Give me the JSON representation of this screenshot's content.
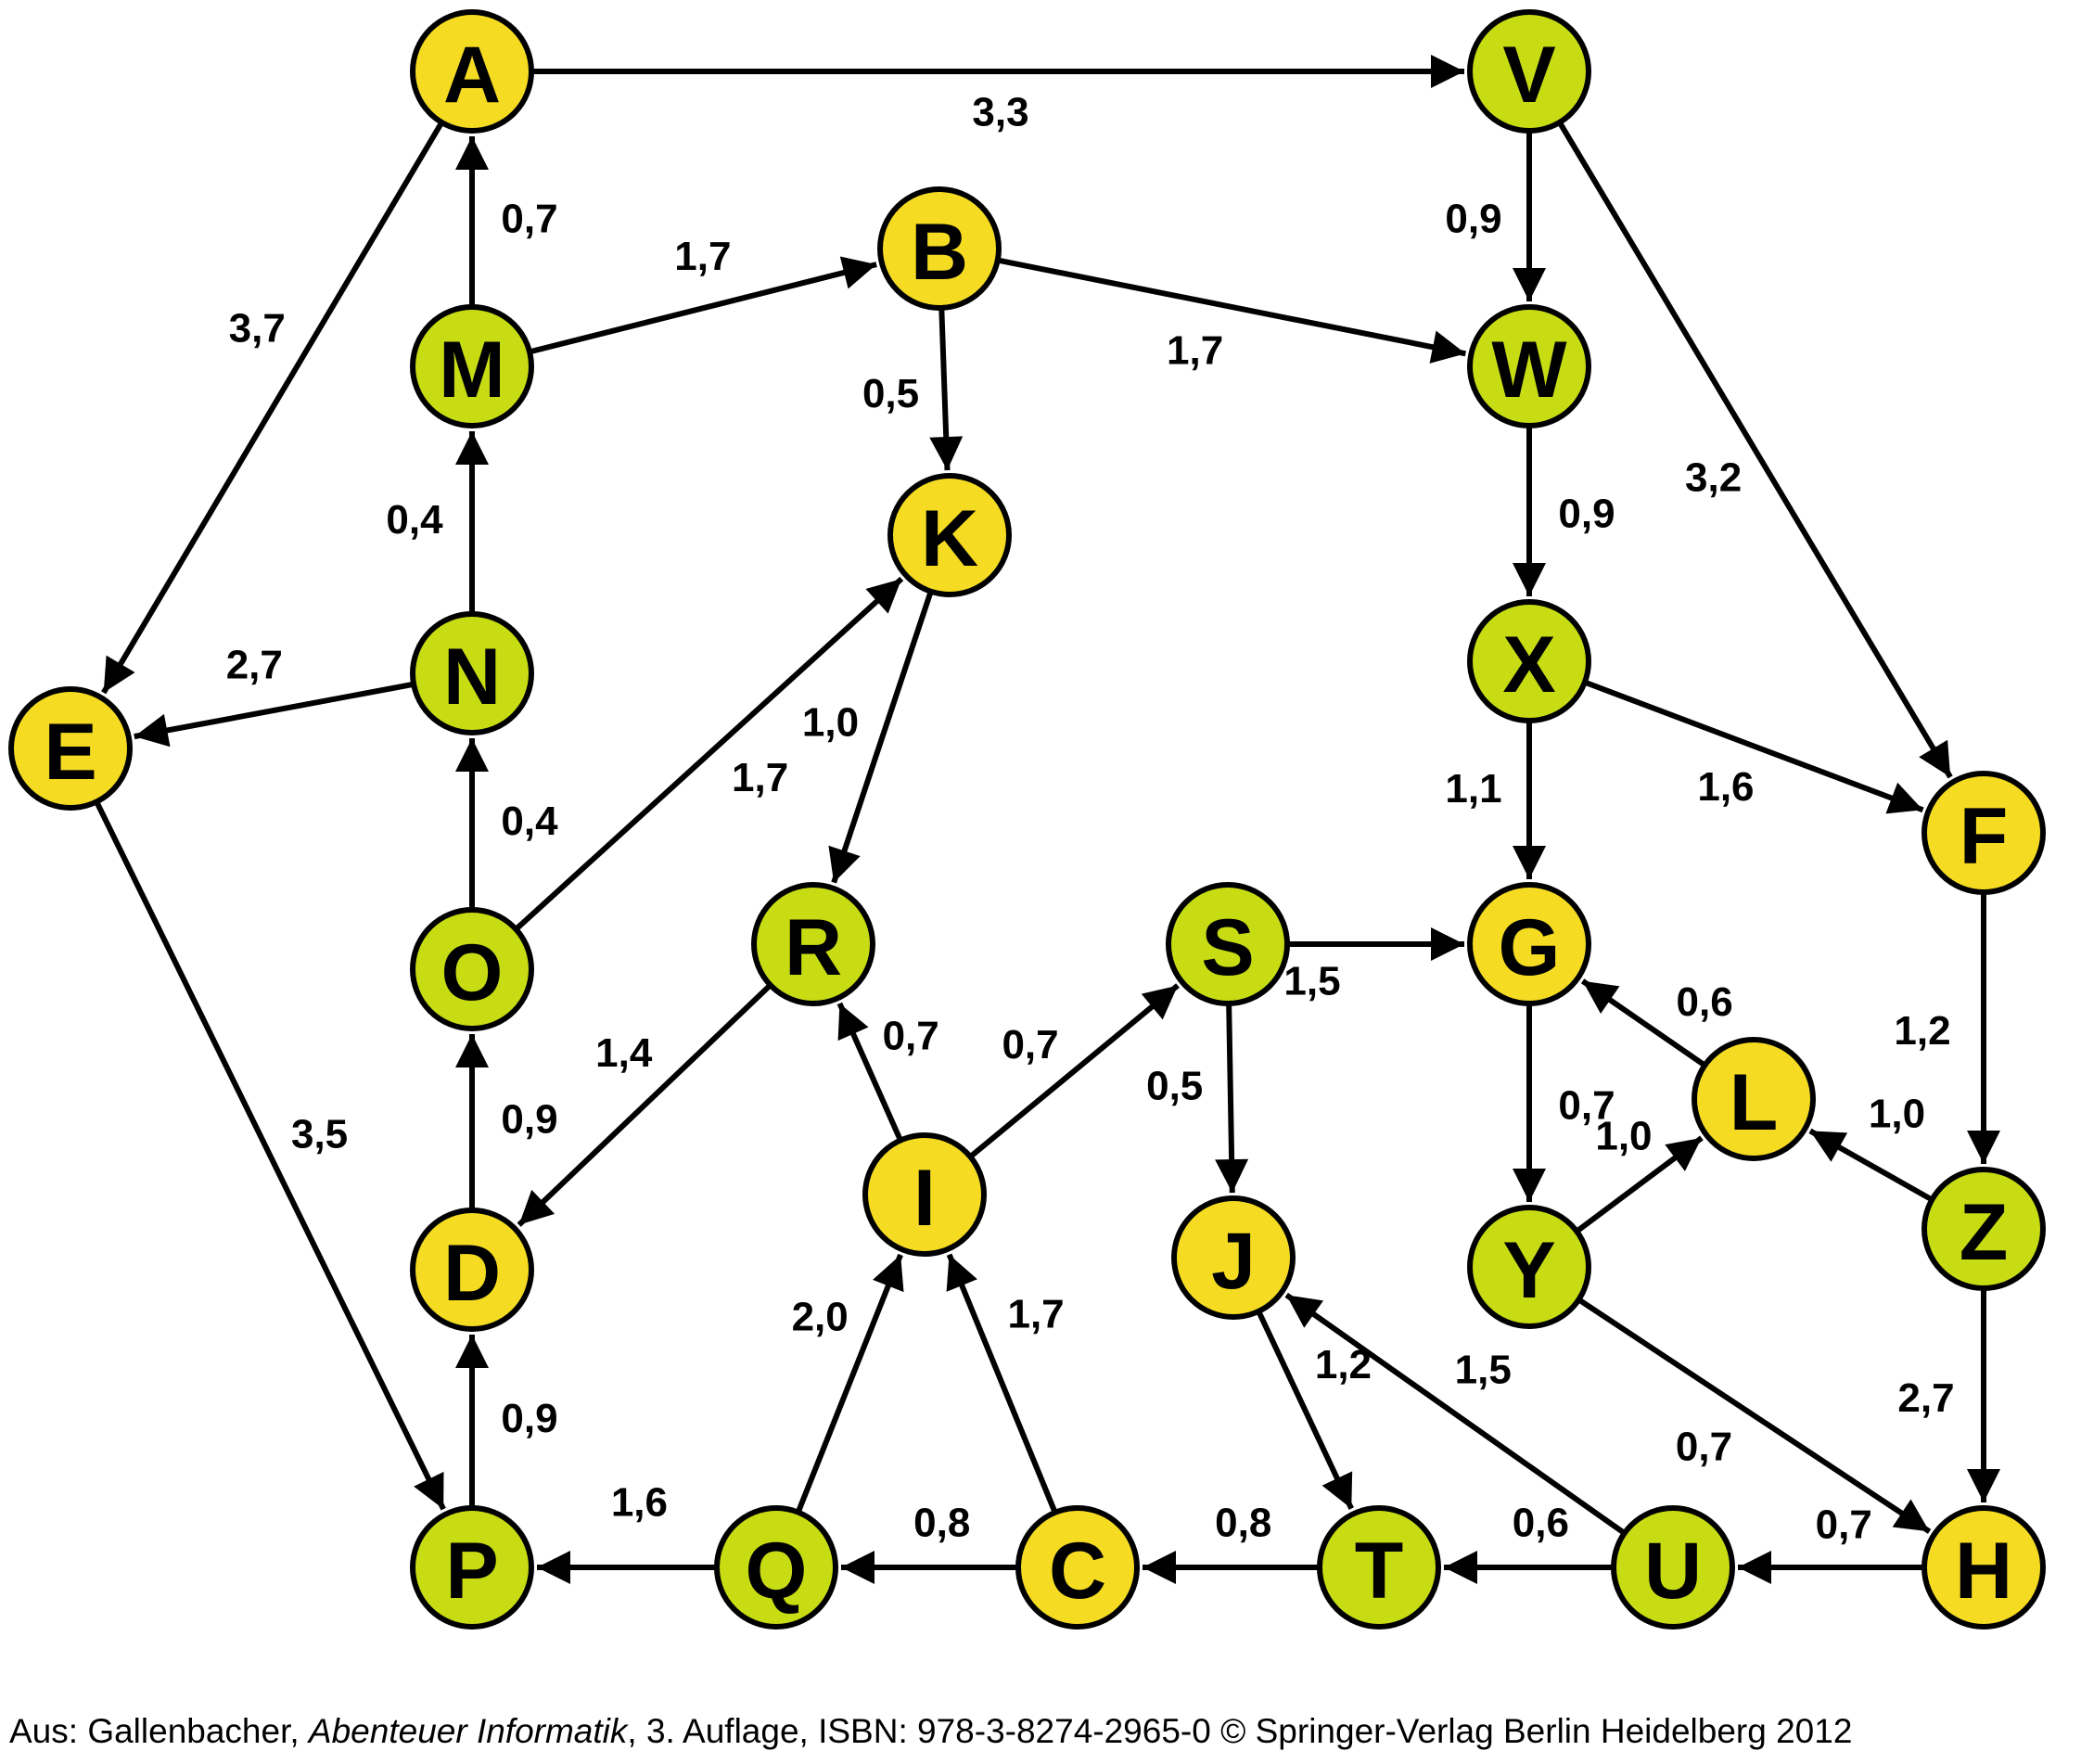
{
  "colors": {
    "yellow": "#f5dc23",
    "green": "#c8dc14",
    "stroke": "#000000"
  },
  "nodes": [
    {
      "id": "A",
      "color": "yellow"
    },
    {
      "id": "V",
      "color": "green"
    },
    {
      "id": "B",
      "color": "yellow"
    },
    {
      "id": "M",
      "color": "green"
    },
    {
      "id": "W",
      "color": "green"
    },
    {
      "id": "K",
      "color": "yellow"
    },
    {
      "id": "N",
      "color": "green"
    },
    {
      "id": "E",
      "color": "yellow"
    },
    {
      "id": "X",
      "color": "green"
    },
    {
      "id": "F",
      "color": "yellow"
    },
    {
      "id": "O",
      "color": "green"
    },
    {
      "id": "R",
      "color": "green"
    },
    {
      "id": "S",
      "color": "green"
    },
    {
      "id": "G",
      "color": "yellow"
    },
    {
      "id": "L",
      "color": "yellow"
    },
    {
      "id": "I",
      "color": "yellow"
    },
    {
      "id": "D",
      "color": "yellow"
    },
    {
      "id": "J",
      "color": "yellow"
    },
    {
      "id": "Y",
      "color": "green"
    },
    {
      "id": "Z",
      "color": "green"
    },
    {
      "id": "P",
      "color": "green"
    },
    {
      "id": "Q",
      "color": "green"
    },
    {
      "id": "C",
      "color": "yellow"
    },
    {
      "id": "T",
      "color": "green"
    },
    {
      "id": "U",
      "color": "green"
    },
    {
      "id": "H",
      "color": "yellow"
    }
  ],
  "edges": [
    {
      "from": "A",
      "to": "V",
      "weight": "3,3"
    },
    {
      "from": "A",
      "to": "E",
      "weight": "3,7"
    },
    {
      "from": "M",
      "to": "A",
      "weight": "0,7"
    },
    {
      "from": "M",
      "to": "B",
      "weight": "1,7"
    },
    {
      "from": "B",
      "to": "W",
      "weight": "1,7"
    },
    {
      "from": "B",
      "to": "K",
      "weight": "0,5"
    },
    {
      "from": "N",
      "to": "M",
      "weight": "0,4"
    },
    {
      "from": "N",
      "to": "E",
      "weight": "2,7"
    },
    {
      "from": "O",
      "to": "N",
      "weight": "0,4"
    },
    {
      "from": "O",
      "to": "K",
      "weight": "1,7"
    },
    {
      "from": "K",
      "to": "R",
      "weight": "1,0"
    },
    {
      "from": "V",
      "to": "W",
      "weight": "0,9"
    },
    {
      "from": "V",
      "to": "F",
      "weight": "3,2"
    },
    {
      "from": "W",
      "to": "X",
      "weight": "0,9"
    },
    {
      "from": "X",
      "to": "F",
      "weight": "1,6"
    },
    {
      "from": "X",
      "to": "G",
      "weight": "1,1"
    },
    {
      "from": "E",
      "to": "P",
      "weight": "3,5"
    },
    {
      "from": "D",
      "to": "O",
      "weight": "0,9"
    },
    {
      "from": "R",
      "to": "D",
      "weight": "1,4"
    },
    {
      "from": "I",
      "to": "R",
      "weight": "0,7"
    },
    {
      "from": "I",
      "to": "S",
      "weight": "0,7"
    },
    {
      "from": "S",
      "to": "G",
      "weight": "1,5"
    },
    {
      "from": "S",
      "to": "J",
      "weight": "0,5"
    },
    {
      "from": "G",
      "to": "Y",
      "weight": "0,7"
    },
    {
      "from": "L",
      "to": "G",
      "weight": "0,6"
    },
    {
      "from": "Y",
      "to": "L",
      "weight": "1,0"
    },
    {
      "from": "Z",
      "to": "L",
      "weight": "1,0"
    },
    {
      "from": "F",
      "to": "Z",
      "weight": "1,2"
    },
    {
      "from": "Z",
      "to": "H",
      "weight": "2,7"
    },
    {
      "from": "Y",
      "to": "H",
      "weight": "0,7"
    },
    {
      "from": "P",
      "to": "D",
      "weight": "0,9"
    },
    {
      "from": "Q",
      "to": "I",
      "weight": "2,0"
    },
    {
      "from": "C",
      "to": "I",
      "weight": "1,7"
    },
    {
      "from": "J",
      "to": "T",
      "weight": "1,2"
    },
    {
      "from": "U",
      "to": "J",
      "weight": "1,5"
    },
    {
      "from": "Q",
      "to": "P",
      "weight": "1,6"
    },
    {
      "from": "C",
      "to": "Q",
      "weight": "0,8"
    },
    {
      "from": "T",
      "to": "C",
      "weight": "0,8"
    },
    {
      "from": "U",
      "to": "T",
      "weight": "0,6"
    },
    {
      "from": "H",
      "to": "U",
      "weight": "0,7"
    }
  ],
  "footer": {
    "prefix": "Aus: Gallenbacher, ",
    "book": "Abenteuer Informatik",
    "suffix": ", 3. Auflage, ISBN: 978-3-8274-2965-0 © Springer-Verlag Berlin Heidelberg 2012"
  }
}
